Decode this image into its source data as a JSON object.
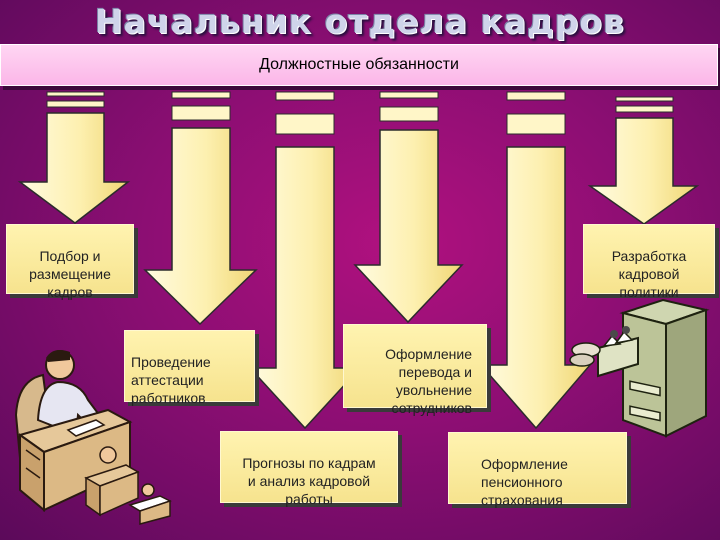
{
  "title": "Начальник отдела кадров",
  "header": "Должностные обязанности",
  "boxes": [
    {
      "text": "Подбор и\nразмещение\nкадров"
    },
    {
      "text": "Проведение\nаттестации\nработников"
    },
    {
      "text": "Прогнозы по кадрам\nи анализ кадровой\nработы"
    },
    {
      "text": "Оформление\nперевода и\nувольнение\nсотрудников"
    },
    {
      "text": "Оформление\nпенсионного\nстрахования"
    },
    {
      "text": "Разработка\nкадровой\nполитики"
    }
  ],
  "colors": {
    "background": "#8c0e73",
    "header_bg": "#fbc4ee",
    "box_bg": "#f8e79a",
    "arrow_light": "#fffbe0",
    "arrow_dark": "#f2dc7a"
  },
  "icons": [
    "manager-at-desk-clipart",
    "filing-cabinet-clipart"
  ]
}
